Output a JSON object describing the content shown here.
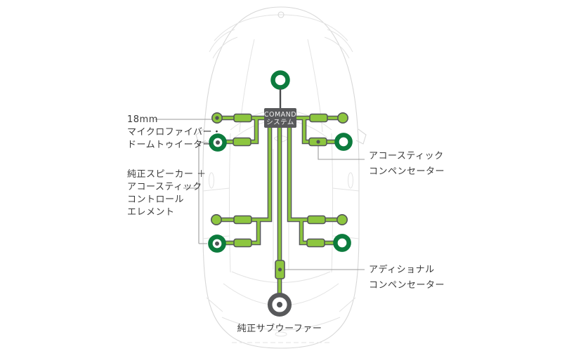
{
  "comand_unit": {
    "line1": "COMAND",
    "line2": "システム"
  },
  "labels": {
    "tweeter": {
      "lines": [
        "18mm",
        "マイクロファイバー・",
        "ドームトゥイーター"
      ]
    },
    "door_speaker": {
      "lines": [
        "純正スピーカー ＋",
        "アコースティック",
        "コントロール",
        "エレメント"
      ]
    },
    "acoustic_compensator": {
      "lines": [
        "アコースティック",
        "コンペンセーター"
      ]
    },
    "additional_compensator": {
      "lines": [
        "アディショナル",
        "コンペンセーター"
      ]
    },
    "subwoofer": {
      "lines": [
        "純正サブウーファー"
      ]
    }
  },
  "colors": {
    "wire_green": "#8dc63f",
    "speaker_dark_green": "#0c7b3d",
    "unit_gray": "#58595b",
    "outline_gray": "#54565a",
    "pointer_gray": "#9b9b9b",
    "label_text": "#3a3a3a",
    "car_line": "#d8d8d8"
  }
}
